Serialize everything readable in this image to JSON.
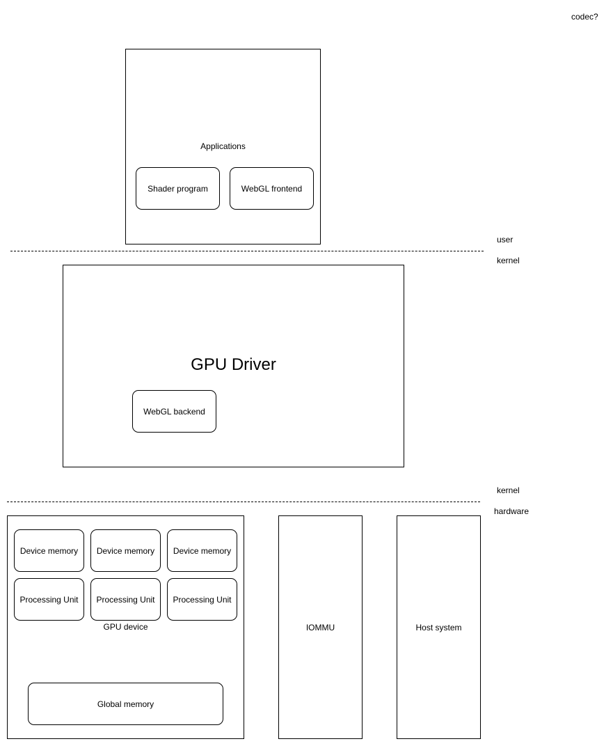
{
  "codec_note": "codec?",
  "applications": {
    "label": "Applications",
    "shader_program": "Shader program",
    "webgl_frontend": "WebGL frontend"
  },
  "layers": {
    "user": "user",
    "kernel_top": "kernel",
    "kernel_bottom": "kernel",
    "hardware": "hardware"
  },
  "gpu_driver": {
    "label": "GPU Driver",
    "webgl_backend": "WebGL backend"
  },
  "gpu_device": {
    "label": "GPU device",
    "device_memory": [
      "Device memory",
      "Device memory",
      "Device memory"
    ],
    "processing_units": [
      "Processing Unit",
      "Processing Unit",
      "Processing Unit"
    ],
    "global_memory": "Global memory"
  },
  "iommu": "IOMMU",
  "host_system": "Host system"
}
